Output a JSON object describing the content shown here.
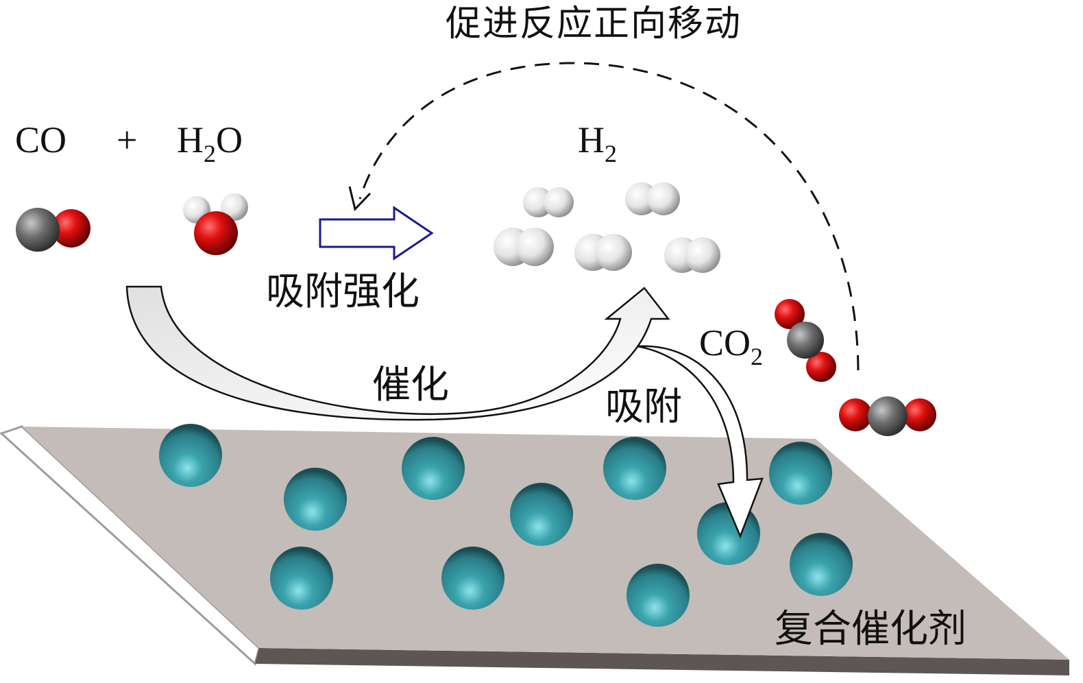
{
  "title": "促进反应正向移动",
  "reactants": {
    "co": "CO",
    "plus": "+",
    "h2o_main": "H",
    "h2o_sub": "2",
    "h2o_end": "O"
  },
  "product_h2": {
    "main": "H",
    "sub": "2"
  },
  "product_co2": {
    "main": "CO",
    "sub": "2"
  },
  "labels": {
    "adsorption_enhanced": "吸附强化",
    "catalysis": "催化",
    "adsorption": "吸附",
    "composite_catalyst": "复合催化剂"
  },
  "colors": {
    "carbon": "#6b6b6b",
    "oxygen": "#d01010",
    "hydrogen": "#e8e8e8",
    "catalyst": "#2e8e98",
    "plate": "#c4bcb8",
    "arrow_blue": "#1a1a8c"
  }
}
